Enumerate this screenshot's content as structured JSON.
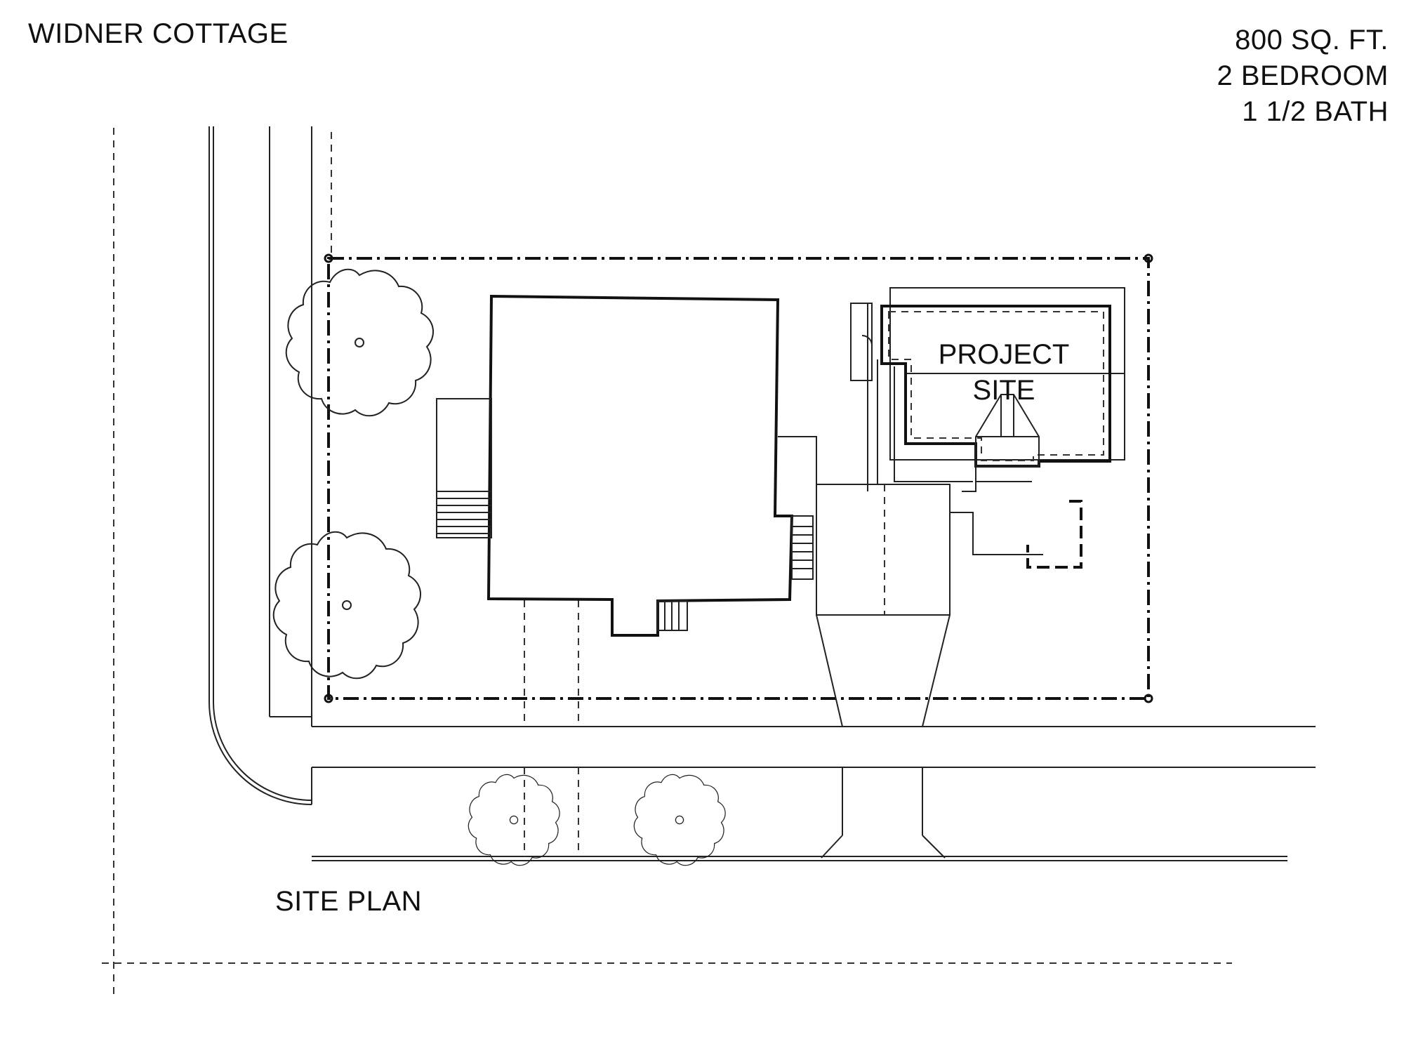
{
  "title": "WIDNER COTTAGE",
  "specs": {
    "area": "800 SQ. FT.",
    "bedrooms": "2 BEDROOM",
    "baths": "1 1/2 BATH"
  },
  "project_label": {
    "line1": "PROJECT",
    "line2": "SITE"
  },
  "caption": "SITE PLAN"
}
